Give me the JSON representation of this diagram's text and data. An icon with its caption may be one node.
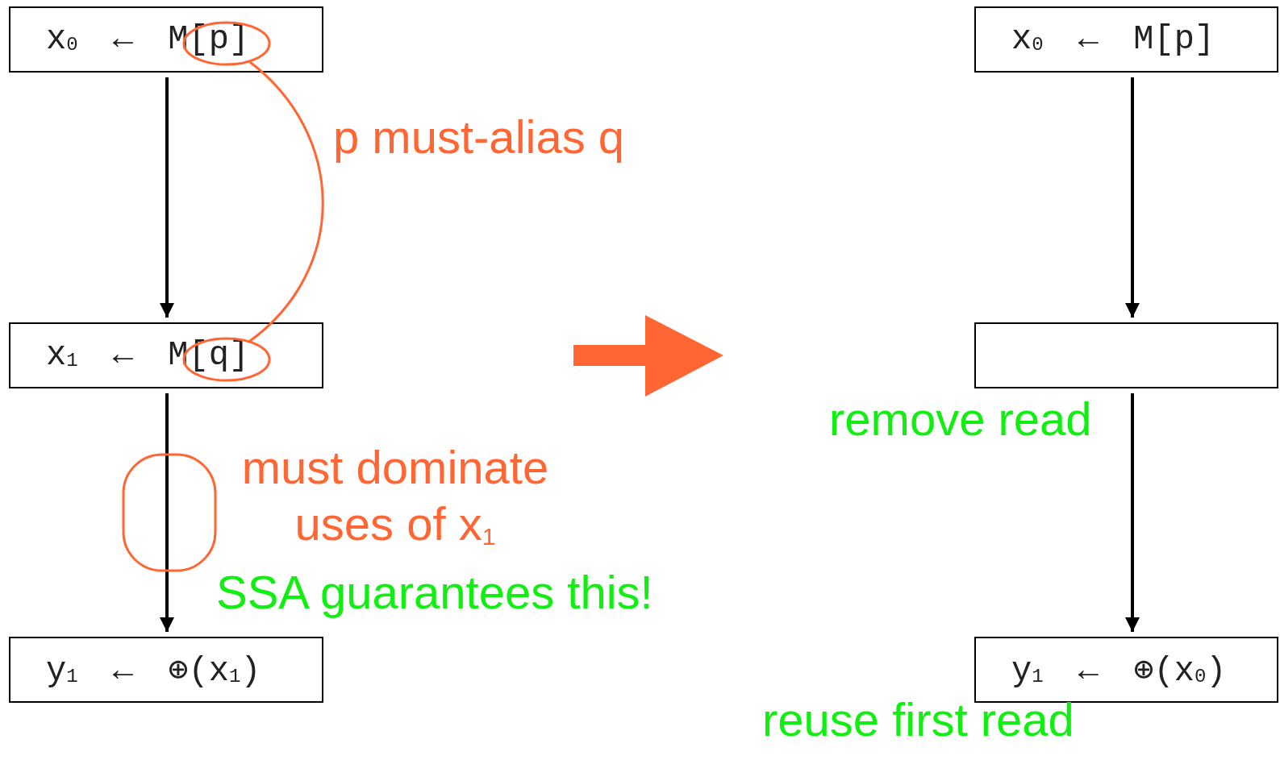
{
  "diagram": {
    "nodes": [
      {
        "text": [
          "x$_{0}$ ← M[p]"
        ]
      },
      {
        "text": [
          "x$_{1}$ ← M[q]"
        ]
      },
      {
        "text": [
          "y$_{1}$ ← ⊕(x$_{1}$)"
        ]
      },
      {
        "text": [
          "x$_{0}$ ← M[p]"
        ]
      },
      {
        "text": [],
        "shape": "box"
      },
      {
        "text": [
          "y$_{1}$ ← ⊕(x$_{0}$)"
        ]
      },
      {
        "text": [],
        "shape": "circle",
        "in": 0
      },
      {
        "text": [],
        "shape": "circle",
        "in": 1
      }
    ],
    "edges": [
      {
        "from": 0,
        "to": 1,
        "arrow": "to"
      },
      {
        "from": 1,
        "to": 2,
        "arrow": "to"
      },
      {
        "from": 3,
        "to": 4,
        "arrow": "to"
      },
      {
        "from": 4,
        "to": 5,
        "arrow": "to"
      },
      {
        "from": 6,
        "to": 7,
        "arrow": "none",
        "color": "#ff6633"
      }
    ],
    "labels": [
      "p must-alias q",
      "must dominate uses of x$_{1}$",
      "SSA guarantees this!",
      "remove read",
      "reuse first read"
    ]
  }
}
